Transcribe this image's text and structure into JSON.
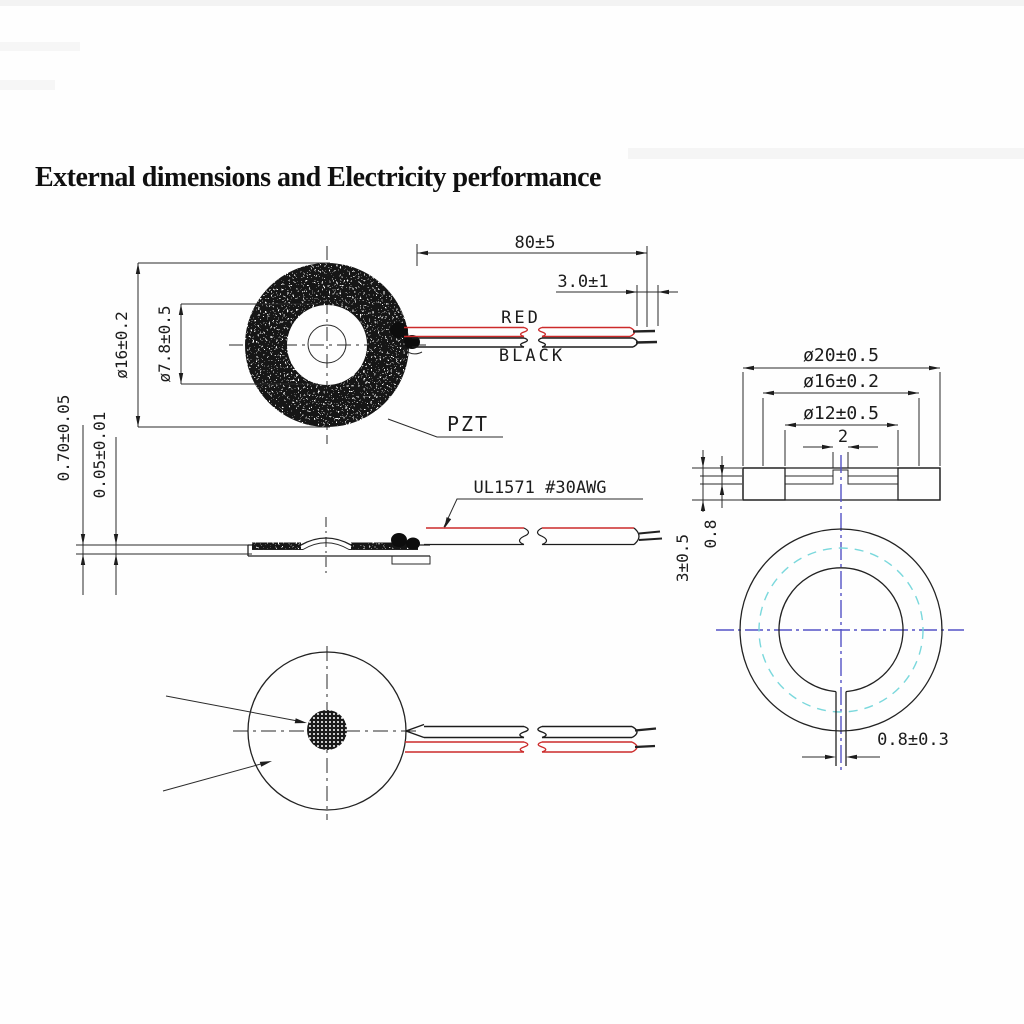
{
  "title": "External dimensions and Electricity performance",
  "front_view": {
    "outer_dia": "ø16±0.2",
    "inner_dia": "ø7.8±0.5",
    "pzt": "PZT"
  },
  "leads": {
    "length": "80±5",
    "strip_len": "3.0±1",
    "red": "RED",
    "black": "BLACK",
    "wire_spec": "UL1571 #30AWG"
  },
  "side_view": {
    "total_thk": "0.70±0.05",
    "plate_thk": "0.05±0.01"
  },
  "housing_section": {
    "outer_dia": "ø20±0.5",
    "mid_dia": "ø16±0.2",
    "inner_dia": "ø12±0.5",
    "slot_w": "2",
    "height": "3±0.5",
    "wall": "0.8"
  },
  "housing_front": {
    "slot_w": "0.8±0.3"
  },
  "colors": {
    "line": "#222222",
    "wire_red": "#cc2a2a",
    "guide_cyan": "#7ad8dc",
    "center_blue": "#5352c6"
  }
}
